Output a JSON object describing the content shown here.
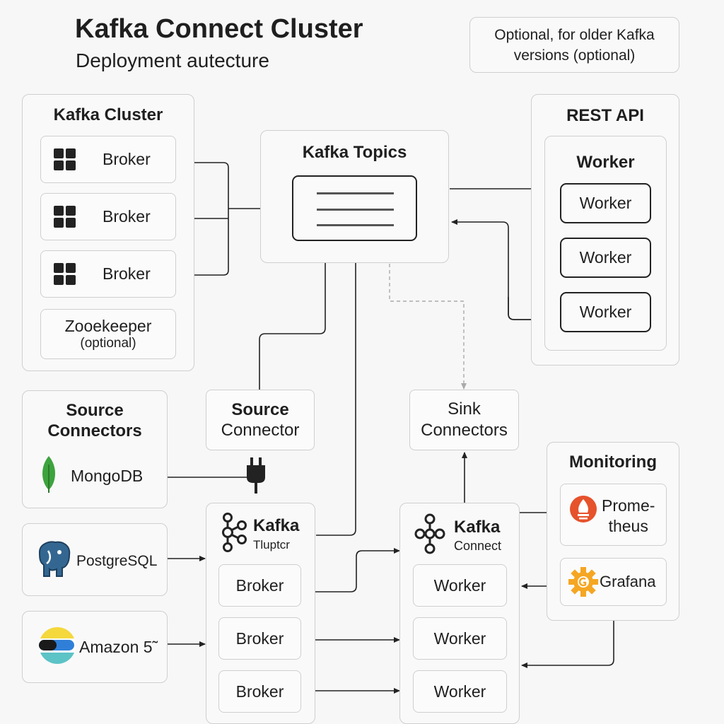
{
  "title": "Kafka Connect Cluster",
  "subtitle": "Deployment autecture",
  "note": [
    "Optional, for older Kafka",
    "versions (optional)"
  ],
  "kafka_cluster": {
    "title": "Kafka Cluster",
    "brokers": [
      "Broker",
      "Broker",
      "Broker"
    ],
    "zookeeper": [
      "Zooekeeper",
      "(optional)"
    ]
  },
  "kafka_topics": {
    "title": "Kafka Topics"
  },
  "rest_api": {
    "title": "REST API",
    "group_title": "Worker",
    "workers": [
      "Worker",
      "Worker",
      "Worker"
    ]
  },
  "source_connectors": {
    "title": [
      "Source",
      "Connectors"
    ],
    "items": [
      "MongoDB",
      "PostgreSQL",
      "Amazon 5̃"
    ]
  },
  "source_connector": [
    "Source",
    "Connector"
  ],
  "sink_connectors": [
    "Sink",
    "Connectors"
  ],
  "kafka_tluptcr": {
    "title": "Kafka",
    "subtitle": "Tluptcr",
    "brokers": [
      "Broker",
      "Broker",
      "Broker"
    ]
  },
  "kafka_connect": {
    "title": "Kafka",
    "subtitle": "Connect",
    "workers": [
      "Worker",
      "Worker",
      "Worker"
    ]
  },
  "monitoring": {
    "title": "Monitoring",
    "prometheus": [
      "Prome-",
      "theus"
    ],
    "grafana": "Grafana"
  },
  "icons": {
    "broker": "grid-icon",
    "mongodb": "leaf-icon",
    "postgresql": "elephant-icon",
    "amazon": "pill-icon",
    "plug": "plug-icon",
    "kafka": "kafka-logo-icon",
    "prometheus": "flame-icon",
    "grafana": "gear-icon"
  },
  "colors": {
    "mongodb": "#3da33d",
    "postgresql": "#336791",
    "amazon_yellow": "#f4d83c",
    "amazon_teal": "#5cc3c6",
    "prometheus": "#e6522c",
    "grafana": "#f5a623"
  }
}
